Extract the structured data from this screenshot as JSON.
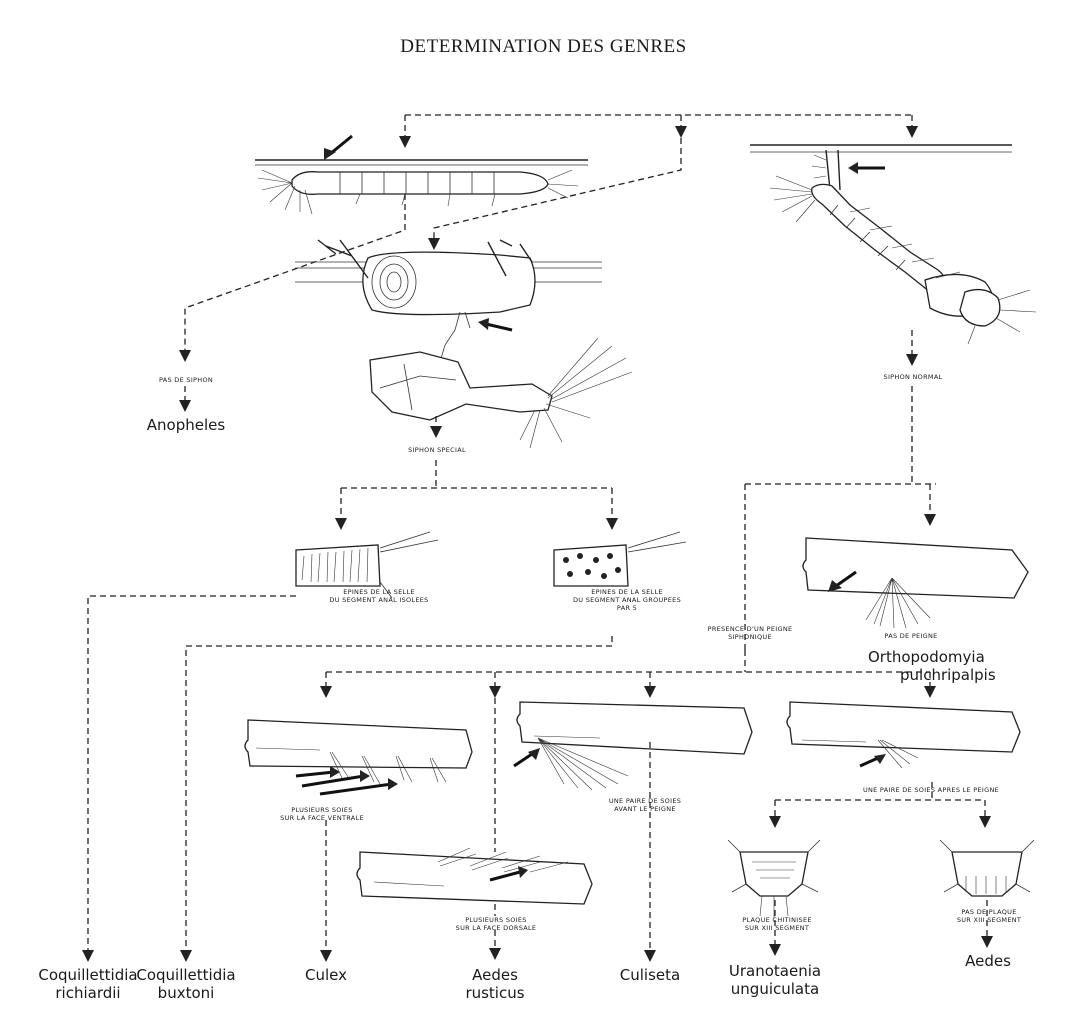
{
  "title": "DETERMINATION DES GENRES",
  "notes": {
    "pas_de_siphon": "PAS DE SIPHON",
    "siphon_normal": "SIPHON NORMAL",
    "siphon_special": "SIPHON SPECIAL",
    "epines_isolees": [
      "EPINES DE LA SELLE",
      "DU SEGMENT ANAL ISOLEES"
    ],
    "epines_groupees": [
      "EPINES DE LA SELLE",
      "DU SEGMENT ANAL GROUPEES",
      "PAR 5"
    ],
    "presence_peigne": [
      "PRESENCE D'UN PEIGNE",
      "SIPHONIQUE"
    ],
    "pas_de_peigne": "PAS DE PEIGNE",
    "plusieurs_soies_ventrale": [
      "PLUSIEURS SOIES",
      "SUR LA FACE VENTRALE"
    ],
    "une_paire_avant": [
      "UNE PAIRE DE SOIES",
      "AVANT LE PEIGNE"
    ],
    "une_paire_apres": "UNE PAIRE DE SOIES APRES LE PEIGNE",
    "plusieurs_soies_dorsale": [
      "PLUSIEURS SOIES",
      "SUR LA FACE DORSALE"
    ],
    "plaque_chitinisee": [
      "PLAQUE CHITINISEE",
      "SUR XIII SEGMENT"
    ],
    "pas_de_plaque": [
      "PAS DE PLAQUE",
      "SUR XIII SEGMENT"
    ]
  },
  "genera": {
    "anopheles": [
      "Anopheles"
    ],
    "orthopodomyia": [
      "Orthopodomyia",
      "pulchripalpis"
    ],
    "coquillettidia_richiardii": [
      "Coquillettidia",
      "richiardii"
    ],
    "coquillettidia_buxtoni": [
      "Coquillettidia",
      "buxtoni"
    ],
    "culex": [
      "Culex"
    ],
    "aedes_rusticus": [
      "Aedes",
      "rusticus"
    ],
    "culiseta": [
      "Culiseta"
    ],
    "uranotaenia": [
      "Uranotaenia",
      "unguiculata"
    ],
    "aedes": [
      "Aedes"
    ]
  },
  "colors": {
    "ink": "#1a1a1a",
    "background": "#ffffff"
  }
}
